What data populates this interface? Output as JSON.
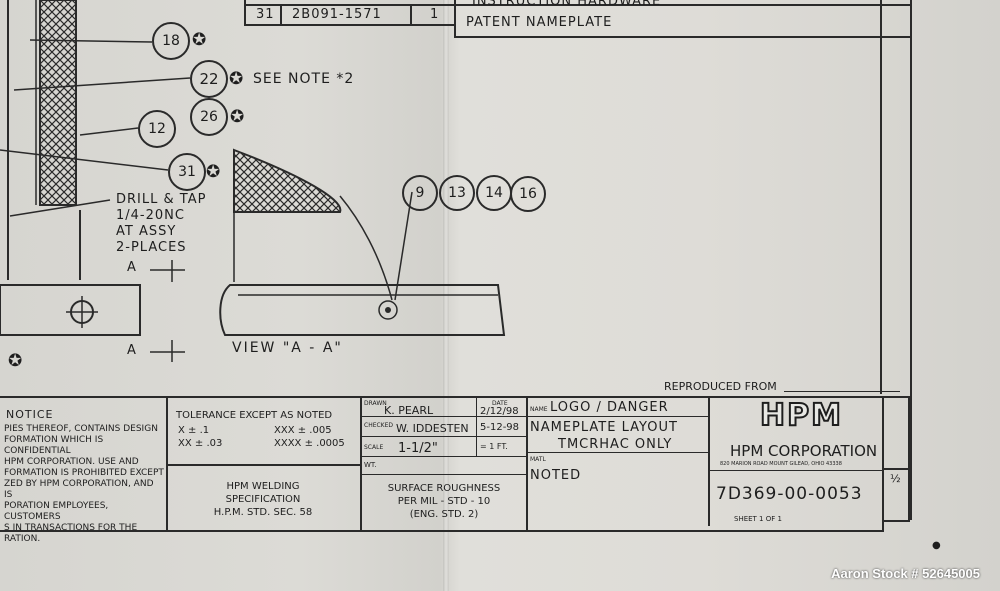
{
  "parts_list": {
    "row_top_desc": "INSTRUCTION HARDWARE",
    "row": {
      "item": "31",
      "part_no": "2B091-1571",
      "qty": "1",
      "desc": "PATENT NAMEPLATE"
    }
  },
  "balloons": {
    "b18": "18",
    "b22": "22",
    "b26": "26",
    "b12": "12",
    "b31": "31",
    "b9": "9",
    "b13": "13",
    "b14": "14",
    "b16": "16"
  },
  "notes": {
    "see_note": "SEE NOTE *2",
    "drill_tap": [
      "DRILL & TAP",
      "1/4-20NC",
      "AT ASSY",
      "2-PLACES"
    ],
    "section_a_top": "A",
    "section_a_bottom": "A",
    "view_label": "VIEW \"A - A\""
  },
  "title_block": {
    "reproduced_from": "REPRODUCED FROM",
    "notice_title": "NOTICE",
    "notice_lines": [
      "PIES THEREOF, CONTAINS DESIGN",
      "FORMATION WHICH IS CONFIDENTIAL",
      "HPM CORPORATION. USE AND",
      "FORMATION IS PROHIBITED EXCEPT",
      "ZED BY HPM CORPORATION, AND IS",
      "PORATION EMPLOYEES, CUSTOMERS",
      "S IN TRANSACTIONS FOR THE",
      "RATION."
    ],
    "tolerance_title": "TOLERANCE EXCEPT AS NOTED",
    "tol_x": "X ± .1",
    "tol_xxx": "XXX ± .005",
    "tol_xx": "XX ± .03",
    "tol_xxxx": "XXXX ± .0005",
    "weld_spec": [
      "HPM WELDING",
      "SPECIFICATION",
      "H.P.M. STD. SEC. 58"
    ],
    "drawn_lbl": "DRAWN",
    "drawn_val": "K. PEARL",
    "date_lbl": "DATE",
    "date_val": "2/12/98",
    "checked_lbl": "CHECKED",
    "checked_val": "W. IDDESTEN",
    "checked_date": "5-12-98",
    "scale_lbl": "SCALE",
    "scale_val": "1-1/2\"",
    "scale_note": "= 1 FT.",
    "wt_lbl": "WT.",
    "surface": [
      "SURFACE ROUGHNESS",
      "PER MIL - STD - 10",
      "(ENG. STD. 2)"
    ],
    "name_lbl": "NAME",
    "name_lines": [
      "LOGO / DANGER",
      "NAMEPLATE LAYOUT",
      "TMCRHAC ONLY"
    ],
    "matl_lbl": "MATL",
    "matl_val": "NOTED",
    "company_logo": "HPM",
    "company_name": "HPM CORPORATION",
    "company_address": "820 MARION ROAD   MOUNT GILEAD, OHIO   43338",
    "drawing_no": "7D369-00-0053",
    "sheet": "SHEET 1 OF 1",
    "rev_mark": "½"
  },
  "watermark": "Aaron Stock # 52645005"
}
